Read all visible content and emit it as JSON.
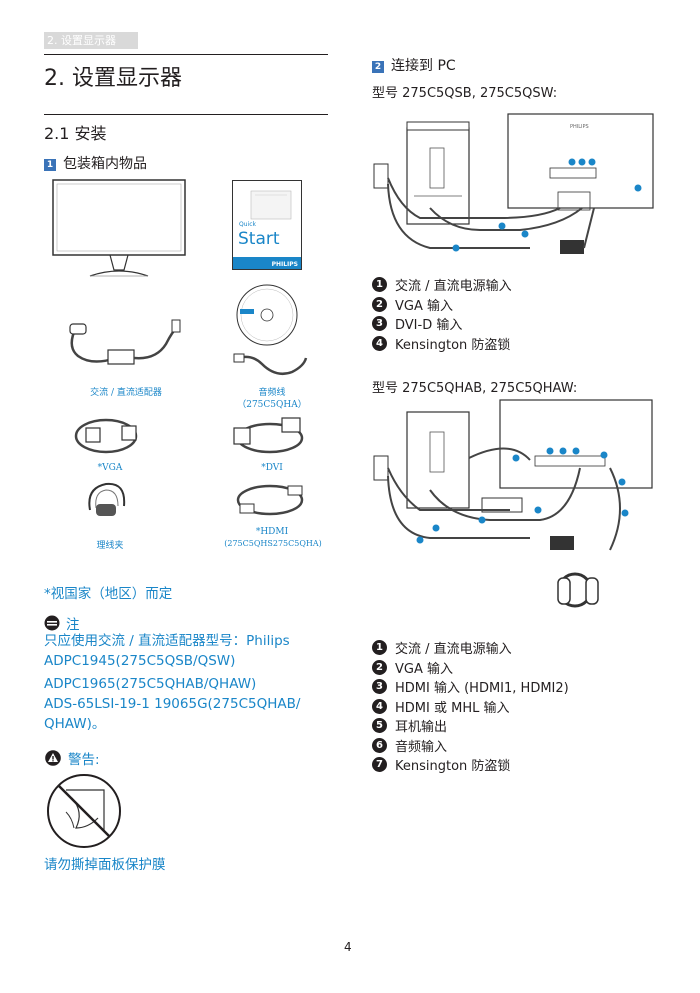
{
  "header_tag": "2. 设置显示器",
  "page_title": "2.  设置显示器",
  "section_title": "2.1  安装",
  "box_contents": {
    "num": "1",
    "title": "包装箱内物品"
  },
  "quick_start": {
    "small": "Quick",
    "big": "Start",
    "brand": "PHILIPS"
  },
  "items": {
    "adapter": "交流 / 直流适配器",
    "audio_line1": "音频线",
    "audio_line2": "（275C5QHA）",
    "vga": "*VGA",
    "dvi": "*DVI",
    "clip": "理线夹",
    "hdmi_line1": "*HDMI",
    "hdmi_line2": "(275C5QHS275C5QHA)"
  },
  "region_note": "*视国家（地区）而定",
  "note": {
    "title": "注",
    "lines": [
      "只应使用交流 / 直流适配器型号：Philips",
      "ADPC1945(275C5QSB/QSW)",
      "ADPC1965(275C5QHAB/QHAW)",
      "ADS-65LSI-19-1 19065G(275C5QHAB/",
      "QHAW)。"
    ]
  },
  "warning": {
    "title": "警告:",
    "caption": "请勿撕掉面板保护膜"
  },
  "connect": {
    "num": "2",
    "title": "连接到 PC"
  },
  "model_a": {
    "title": "型号 275C5QSB, 275C5QSW:",
    "list": [
      {
        "n": "1",
        "text": "交流 / 直流电源输入"
      },
      {
        "n": "2",
        "text": "VGA 输入"
      },
      {
        "n": "3",
        "text": "DVI-D 输入"
      },
      {
        "n": "4",
        "text": "Kensington 防盗锁"
      }
    ]
  },
  "model_b": {
    "title": "型号 275C5QHAB, 275C5QHAW:",
    "list": [
      {
        "n": "1",
        "text": "交流 / 直流电源输入"
      },
      {
        "n": "2",
        "text": "VGA 输入"
      },
      {
        "n": "3",
        "text": "HDMI 输入 (HDMI1, HDMI2)"
      },
      {
        "n": "4",
        "text": "HDMI 或 MHL 输入"
      },
      {
        "n": "5",
        "text": "耳机输出"
      },
      {
        "n": "6",
        "text": "音频输入"
      },
      {
        "n": "7",
        "text": "Kensington 防盗锁"
      }
    ]
  },
  "diagram_brand": "PHILIPS",
  "page_number": "4"
}
